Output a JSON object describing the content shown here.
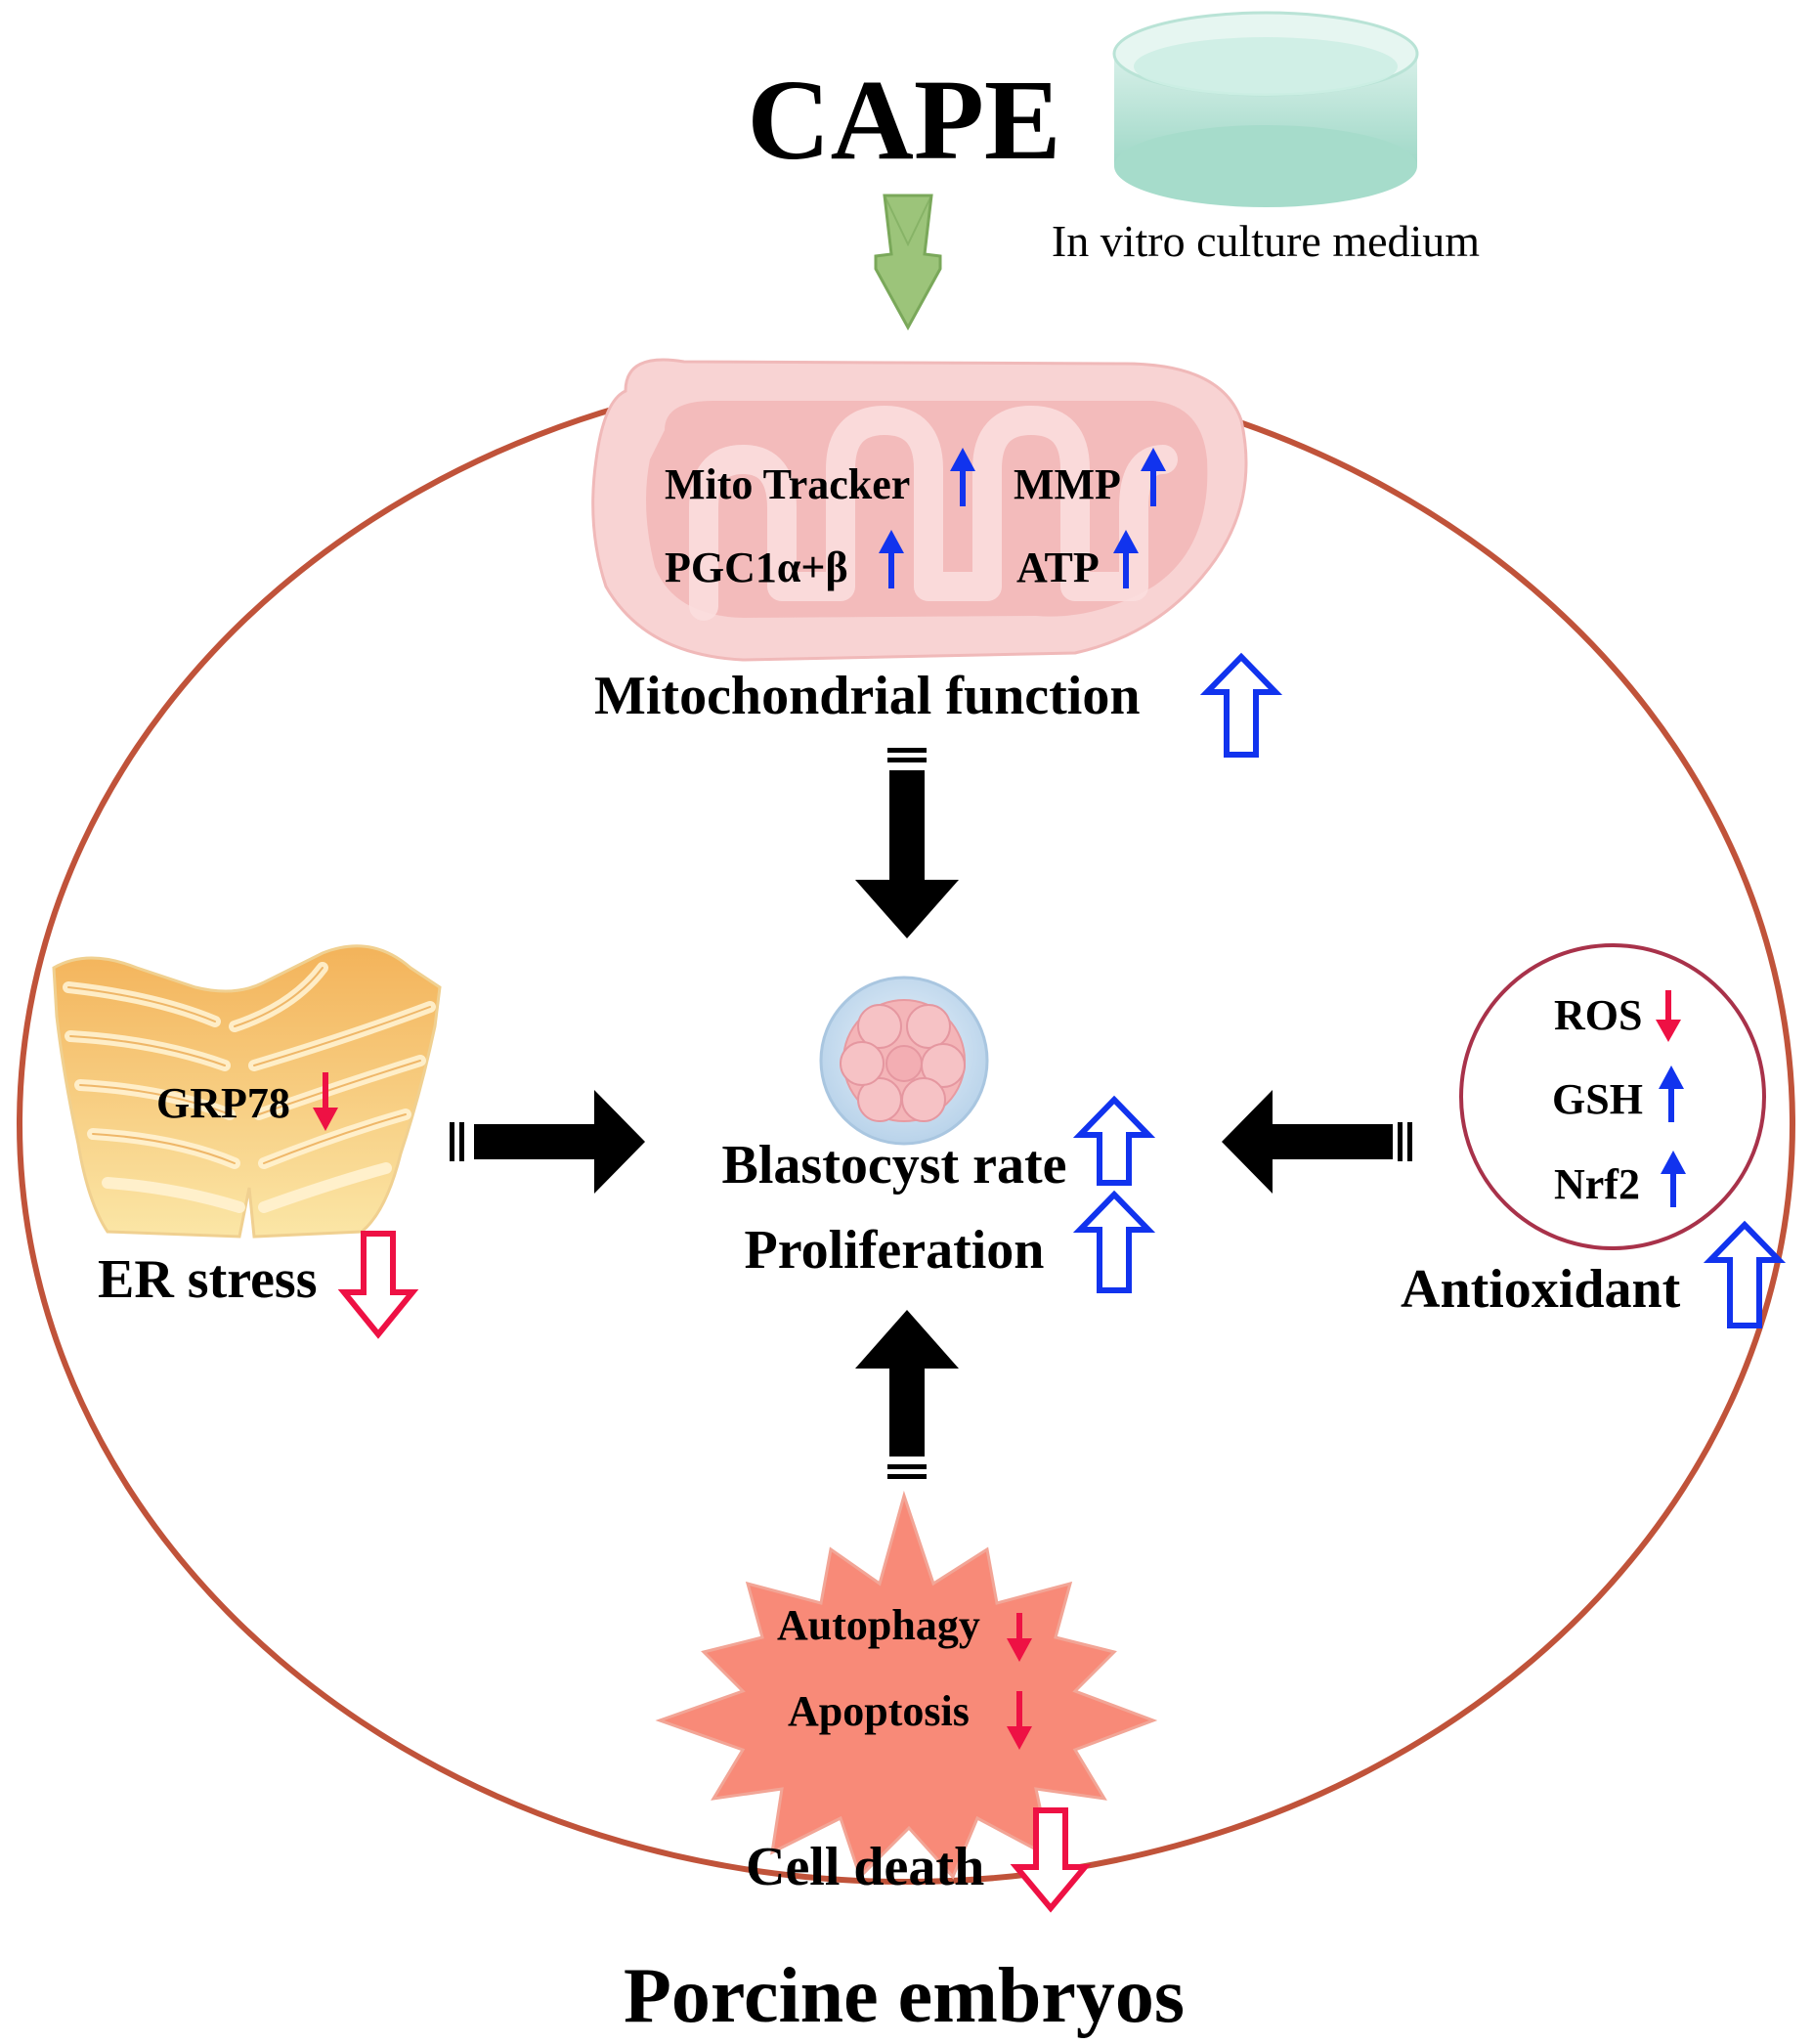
{
  "treatment": {
    "name": "CAPE",
    "medium_label": "In vitro culture medium"
  },
  "mitochondria": {
    "markers": [
      {
        "label": "Mito Tracker",
        "direction": "up"
      },
      {
        "label": "MMP",
        "direction": "up"
      },
      {
        "label": "PGC1α+β",
        "direction": "up"
      },
      {
        "label": "ATP",
        "direction": "up"
      }
    ],
    "outcome_label": "Mitochondrial function",
    "outcome_direction": "up"
  },
  "er": {
    "marker": {
      "label": "GRP78",
      "direction": "down"
    },
    "outcome_label": "ER stress",
    "outcome_direction": "down"
  },
  "antioxidant": {
    "markers": [
      {
        "label": "ROS",
        "direction": "down"
      },
      {
        "label": "GSH",
        "direction": "up"
      },
      {
        "label": "Nrf2",
        "direction": "up"
      }
    ],
    "outcome_label": "Antioxidant",
    "outcome_direction": "up"
  },
  "embryo": {
    "outcomes": [
      {
        "label": "Blastocyst rate",
        "direction": "up"
      },
      {
        "label": "Proliferation",
        "direction": "up"
      }
    ]
  },
  "cell_death": {
    "markers": [
      {
        "label": "Autophagy",
        "direction": "down"
      },
      {
        "label": "Apoptosis",
        "direction": "down"
      }
    ],
    "outcome_label": "Cell death",
    "outcome_direction": "down"
  },
  "footer_title": "Porcine embryos",
  "colors": {
    "up": "#1133ee",
    "down": "#ee1144",
    "cell_border": "#c0533a",
    "antioxidant_border": "#a8324a",
    "treatment_arrow": "#9cc47a",
    "black_arrow": "#000000"
  }
}
